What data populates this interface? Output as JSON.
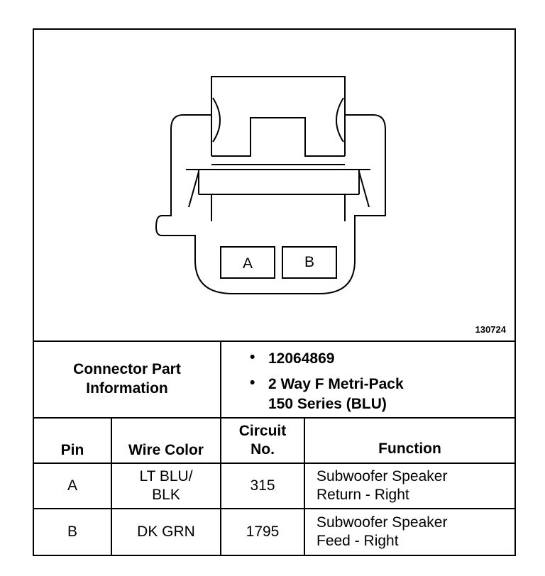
{
  "figure": {
    "reference_number": "130724",
    "cavity_labels": [
      "A",
      "B"
    ]
  },
  "connector_info": {
    "label_lines": [
      "Connector Part",
      "Information"
    ],
    "part_number": "12064869",
    "description_lines": [
      "2 Way F Metri-Pack",
      "150 Series (BLU)"
    ]
  },
  "table": {
    "headers": {
      "pin": "Pin",
      "wire_color": "Wire Color",
      "circuit_lines": [
        "Circuit",
        "No."
      ],
      "function": "Function"
    },
    "rows": [
      {
        "pin": "A",
        "wire_color_lines": [
          "LT BLU/",
          "BLK"
        ],
        "circuit": "315",
        "function_lines": [
          "Subwoofer Speaker",
          "Return - Right"
        ]
      },
      {
        "pin": "B",
        "wire_color_lines": [
          "DK GRN"
        ],
        "circuit": "1795",
        "function_lines": [
          "Subwoofer Speaker",
          "Feed - Right"
        ]
      }
    ]
  }
}
